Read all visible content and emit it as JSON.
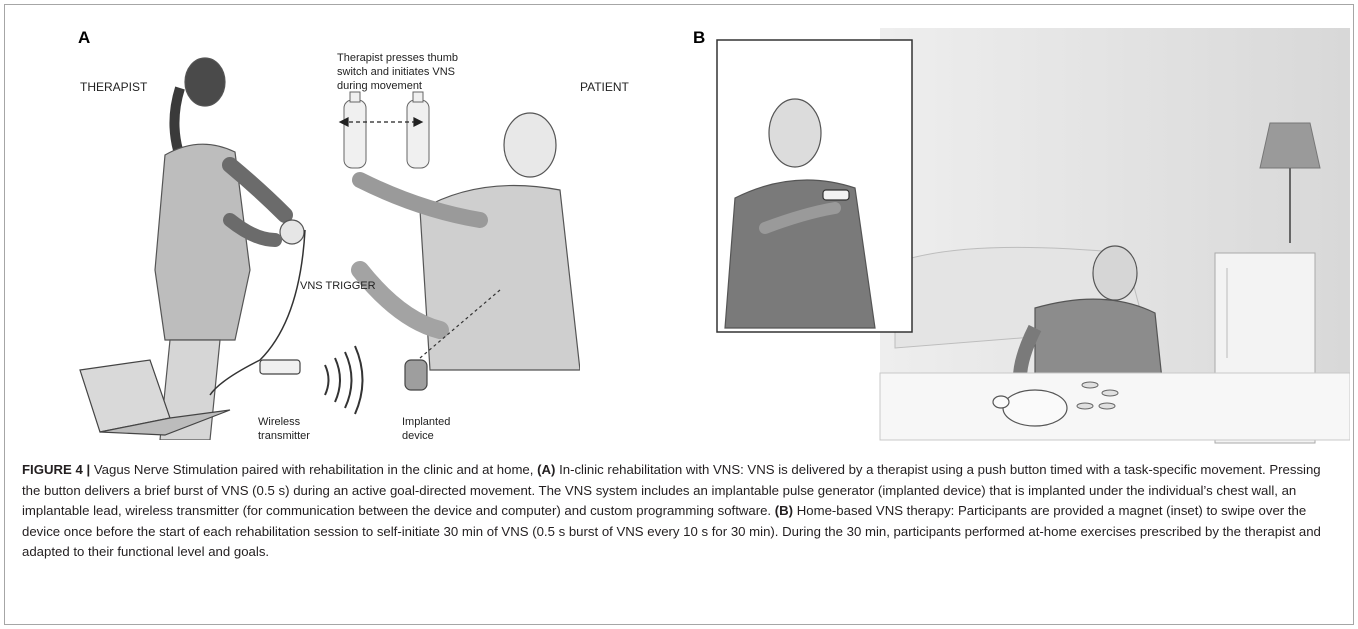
{
  "panel_a": {
    "letter": "A",
    "therapist_label": "THERAPIST",
    "patient_label": "PATIENT",
    "note_lines": [
      "Therapist presses thumb",
      "switch and initiates VNS",
      "during movement"
    ],
    "trigger_label": "VNS TRIGGER",
    "transmitter_lines": [
      "Wireless",
      "transmitter"
    ],
    "implant_lines": [
      "Implanted",
      "device"
    ]
  },
  "panel_b": {
    "letter": "B"
  },
  "caption": {
    "figure_label": "FIGURE 4 |",
    "intro": " Vagus Nerve Stimulation paired with rehabilitation in the clinic and at home, ",
    "a_label": "(A)",
    "a_text": " In-clinic rehabilitation with VNS: VNS is delivered by a therapist using a push button timed with a task-specific movement. Pressing the button delivers a brief burst of VNS (0.5 s) during an active goal-directed movement. The VNS system includes an implantable pulse generator (implanted device) that is implanted under the individual’s chest wall, an implantable lead, wireless transmitter (for communication between the device and computer) and custom programming software. ",
    "b_label": "(B)",
    "b_text": " Home-based VNS therapy: Participants are provided a magnet (inset) to swipe over the device once before the start of each rehabilitation session to self-initiate 30 min of VNS (0.5 s burst of VNS every 10 s for 30 min). During the 30 min, participants performed at-home exercises prescribed by the therapist and adapted to their functional level and goals."
  }
}
